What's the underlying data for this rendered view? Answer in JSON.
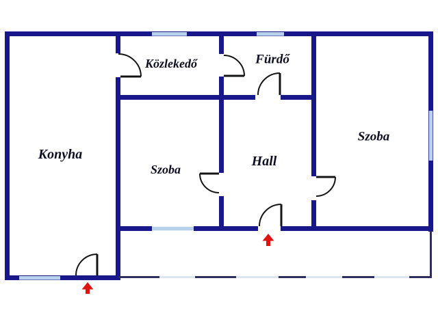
{
  "document": {
    "kind": "apartment floor plan drawing",
    "background_color": "#ffffff"
  },
  "colors": {
    "wall": "#18188a",
    "window": "#b9d2ec",
    "porch_line_dark": "#2e2e5c",
    "porch_line_light": "#dee4f0",
    "door_arc": "#141414",
    "entrance_arrow": "#e01313",
    "label_text": "#0e0e20"
  },
  "rooms": [
    {
      "id": "konyha",
      "label": "Konyha"
    },
    {
      "id": "kozlekedo",
      "label": "Közlekedő"
    },
    {
      "id": "furdo",
      "label": "Fürdő"
    },
    {
      "id": "szoba-middle",
      "label": "Szoba"
    },
    {
      "id": "hall",
      "label": "Hall"
    },
    {
      "id": "szoba-right",
      "label": "Szoba"
    }
  ],
  "icons": {
    "entrance_arrow_front": "red-up-arrow-icon",
    "entrance_arrow_porch": "red-up-arrow-icon"
  },
  "features": {
    "window_count": 5,
    "interior_door_count": 5,
    "entrance_door_count": 2,
    "porch": "open porch strip along bottom with thin dashed wall"
  }
}
